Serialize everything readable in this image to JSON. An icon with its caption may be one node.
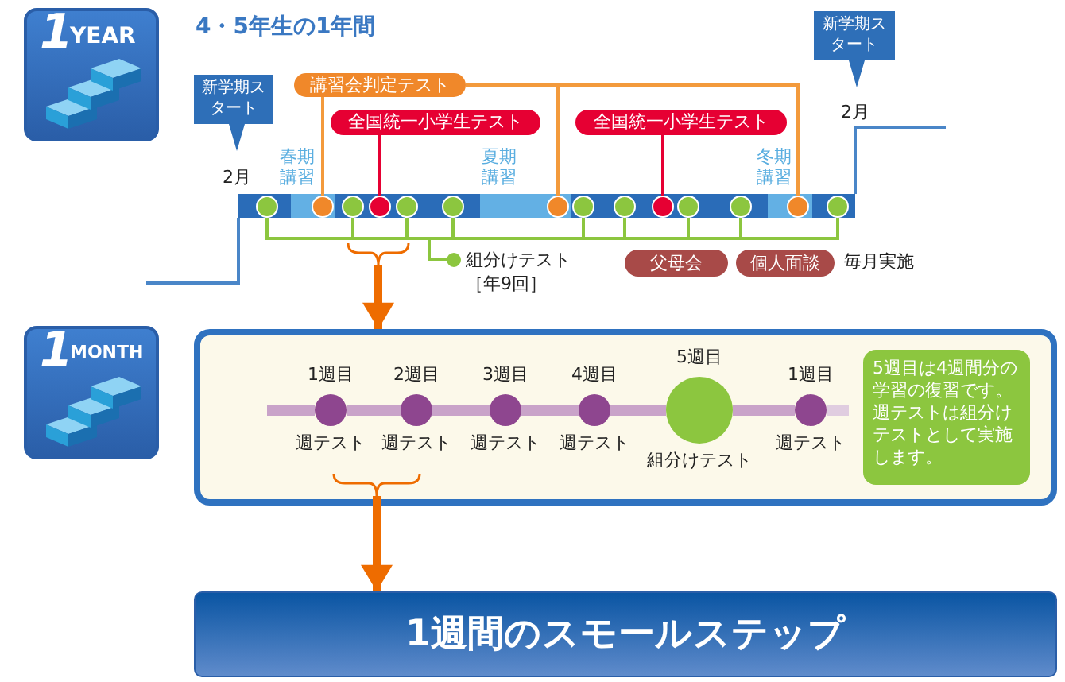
{
  "diagram": {
    "title": "4・5年生の1年間",
    "nodes": [
      {
        "text": [
          "1",
          "YEAR"
        ]
      },
      {
        "text": [
          "新学期スタート"
        ]
      },
      {
        "text": [
          "新学期スタート"
        ]
      },
      {
        "text": [
          "講習会判定テスト"
        ]
      },
      {
        "text": [
          "全国統一小学生テスト"
        ]
      },
      {
        "text": [
          "全国統一小学生テスト"
        ]
      },
      {
        "text": [],
        "shape": "bar"
      },
      {
        "text": [],
        "shape": "circle",
        "in": 6
      },
      {
        "text": [],
        "shape": "circle",
        "in": 6
      },
      {
        "text": [],
        "shape": "circle",
        "in": 6
      },
      {
        "text": [],
        "shape": "circle",
        "in": 6
      },
      {
        "text": [],
        "shape": "circle",
        "in": 6
      },
      {
        "text": [],
        "shape": "circle",
        "in": 6
      },
      {
        "text": [],
        "shape": "circle",
        "in": 6
      },
      {
        "text": [],
        "shape": "circle",
        "in": 6
      },
      {
        "text": [],
        "shape": "circle",
        "in": 6
      },
      {
        "text": [],
        "shape": "circle",
        "in": 6
      },
      {
        "text": [],
        "shape": "circle",
        "in": 6
      },
      {
        "text": [],
        "shape": "circle",
        "in": 6
      },
      {
        "text": [],
        "shape": "circle",
        "in": 6
      },
      {
        "text": [],
        "shape": "circle",
        "in": 6
      },
      {
        "text": [
          "組分けテスト［年9回］"
        ]
      },
      {
        "text": [
          "父母会"
        ]
      },
      {
        "text": [
          "個人面談"
        ]
      },
      {
        "text": [
          "1",
          "MONTH"
        ]
      },
      {
        "text": [],
        "shape": "box"
      },
      {
        "text": [],
        "shape": "circle",
        "in": 25,
        "beside": [
          "1週目",
          "週テスト"
        ]
      },
      {
        "text": [],
        "shape": "circle",
        "in": 25,
        "beside": [
          "2週目",
          "週テスト"
        ]
      },
      {
        "text": [],
        "shape": "circle",
        "in": 25,
        "beside": [
          "3週目",
          "週テスト"
        ]
      },
      {
        "text": [],
        "shape": "circle",
        "in": 25,
        "beside": [
          "4週目",
          "週テスト"
        ]
      },
      {
        "text": [],
        "shape": "circle",
        "in": 25,
        "beside": [
          "5週目",
          "組分けテスト"
        ]
      },
      {
        "text": [],
        "shape": "circle",
        "in": 25,
        "beside": [
          "1週目",
          "週テスト"
        ]
      },
      {
        "text": [
          "5週目は4週間分の学習の復習です。週テストは組分けテストとして実施します。"
        ],
        "in": 25
      },
      {
        "text": [
          "1週間のスモールステップ"
        ]
      },
      {
        "text": [],
        "shape": "bracket"
      },
      {
        "text": [],
        "shape": "bracket",
        "in": 25
      }
    ],
    "edges": [
      {
        "from": 3,
        "to": 8,
        "arrow": "none",
        "color": "#f39a3c"
      },
      {
        "from": 3,
        "to": 13,
        "arrow": "none",
        "color": "#f39a3c"
      },
      {
        "from": 3,
        "to": 19,
        "arrow": "none",
        "color": "#f39a3c"
      },
      {
        "from": 4,
        "to": 10,
        "arrow": "none",
        "color": "#e60033"
      },
      {
        "from": 5,
        "to": 16,
        "arrow": "none",
        "color": "#e60033"
      },
      {
        "from": 7,
        "to": 21,
        "arrow": "none"
      },
      {
        "from": 9,
        "to": 21,
        "arrow": "none"
      },
      {
        "from": 11,
        "to": 21,
        "arrow": "none"
      },
      {
        "from": 12,
        "to": 21,
        "arrow": "none"
      },
      {
        "from": 14,
        "to": 21,
        "arrow": "none"
      },
      {
        "from": 15,
        "to": 21,
        "arrow": "none"
      },
      {
        "from": 17,
        "to": 21,
        "arrow": "none"
      },
      {
        "from": 18,
        "to": 21,
        "arrow": "none"
      },
      {
        "from": 20,
        "to": 21,
        "arrow": "none"
      },
      {
        "from": 34,
        "to": 25,
        "arrow": "to",
        "style": "thick",
        "color": "#ee6c00"
      },
      {
        "from": 26,
        "to": 27,
        "arrow": "none",
        "style": "thick",
        "color": "#c9a3c9"
      },
      {
        "from": 27,
        "to": 28,
        "arrow": "none",
        "style": "thick",
        "color": "#c9a3c9"
      },
      {
        "from": 28,
        "to": 29,
        "arrow": "none",
        "style": "thick",
        "color": "#c9a3c9"
      },
      {
        "from": 29,
        "to": 30,
        "arrow": "none",
        "style": "thick",
        "color": "#c9a3c9"
      },
      {
        "from": 30,
        "to": 31,
        "arrow": "none",
        "style": "thick",
        "color": "#c9a3c9"
      },
      {
        "from": 35,
        "to": 33,
        "arrow": "to",
        "style": "thick",
        "color": "#ee6c00"
      }
    ],
    "labels": [
      "2月",
      "春期講習",
      "夏期講習",
      "冬期講習",
      "2月",
      "毎月実施"
    ]
  }
}
